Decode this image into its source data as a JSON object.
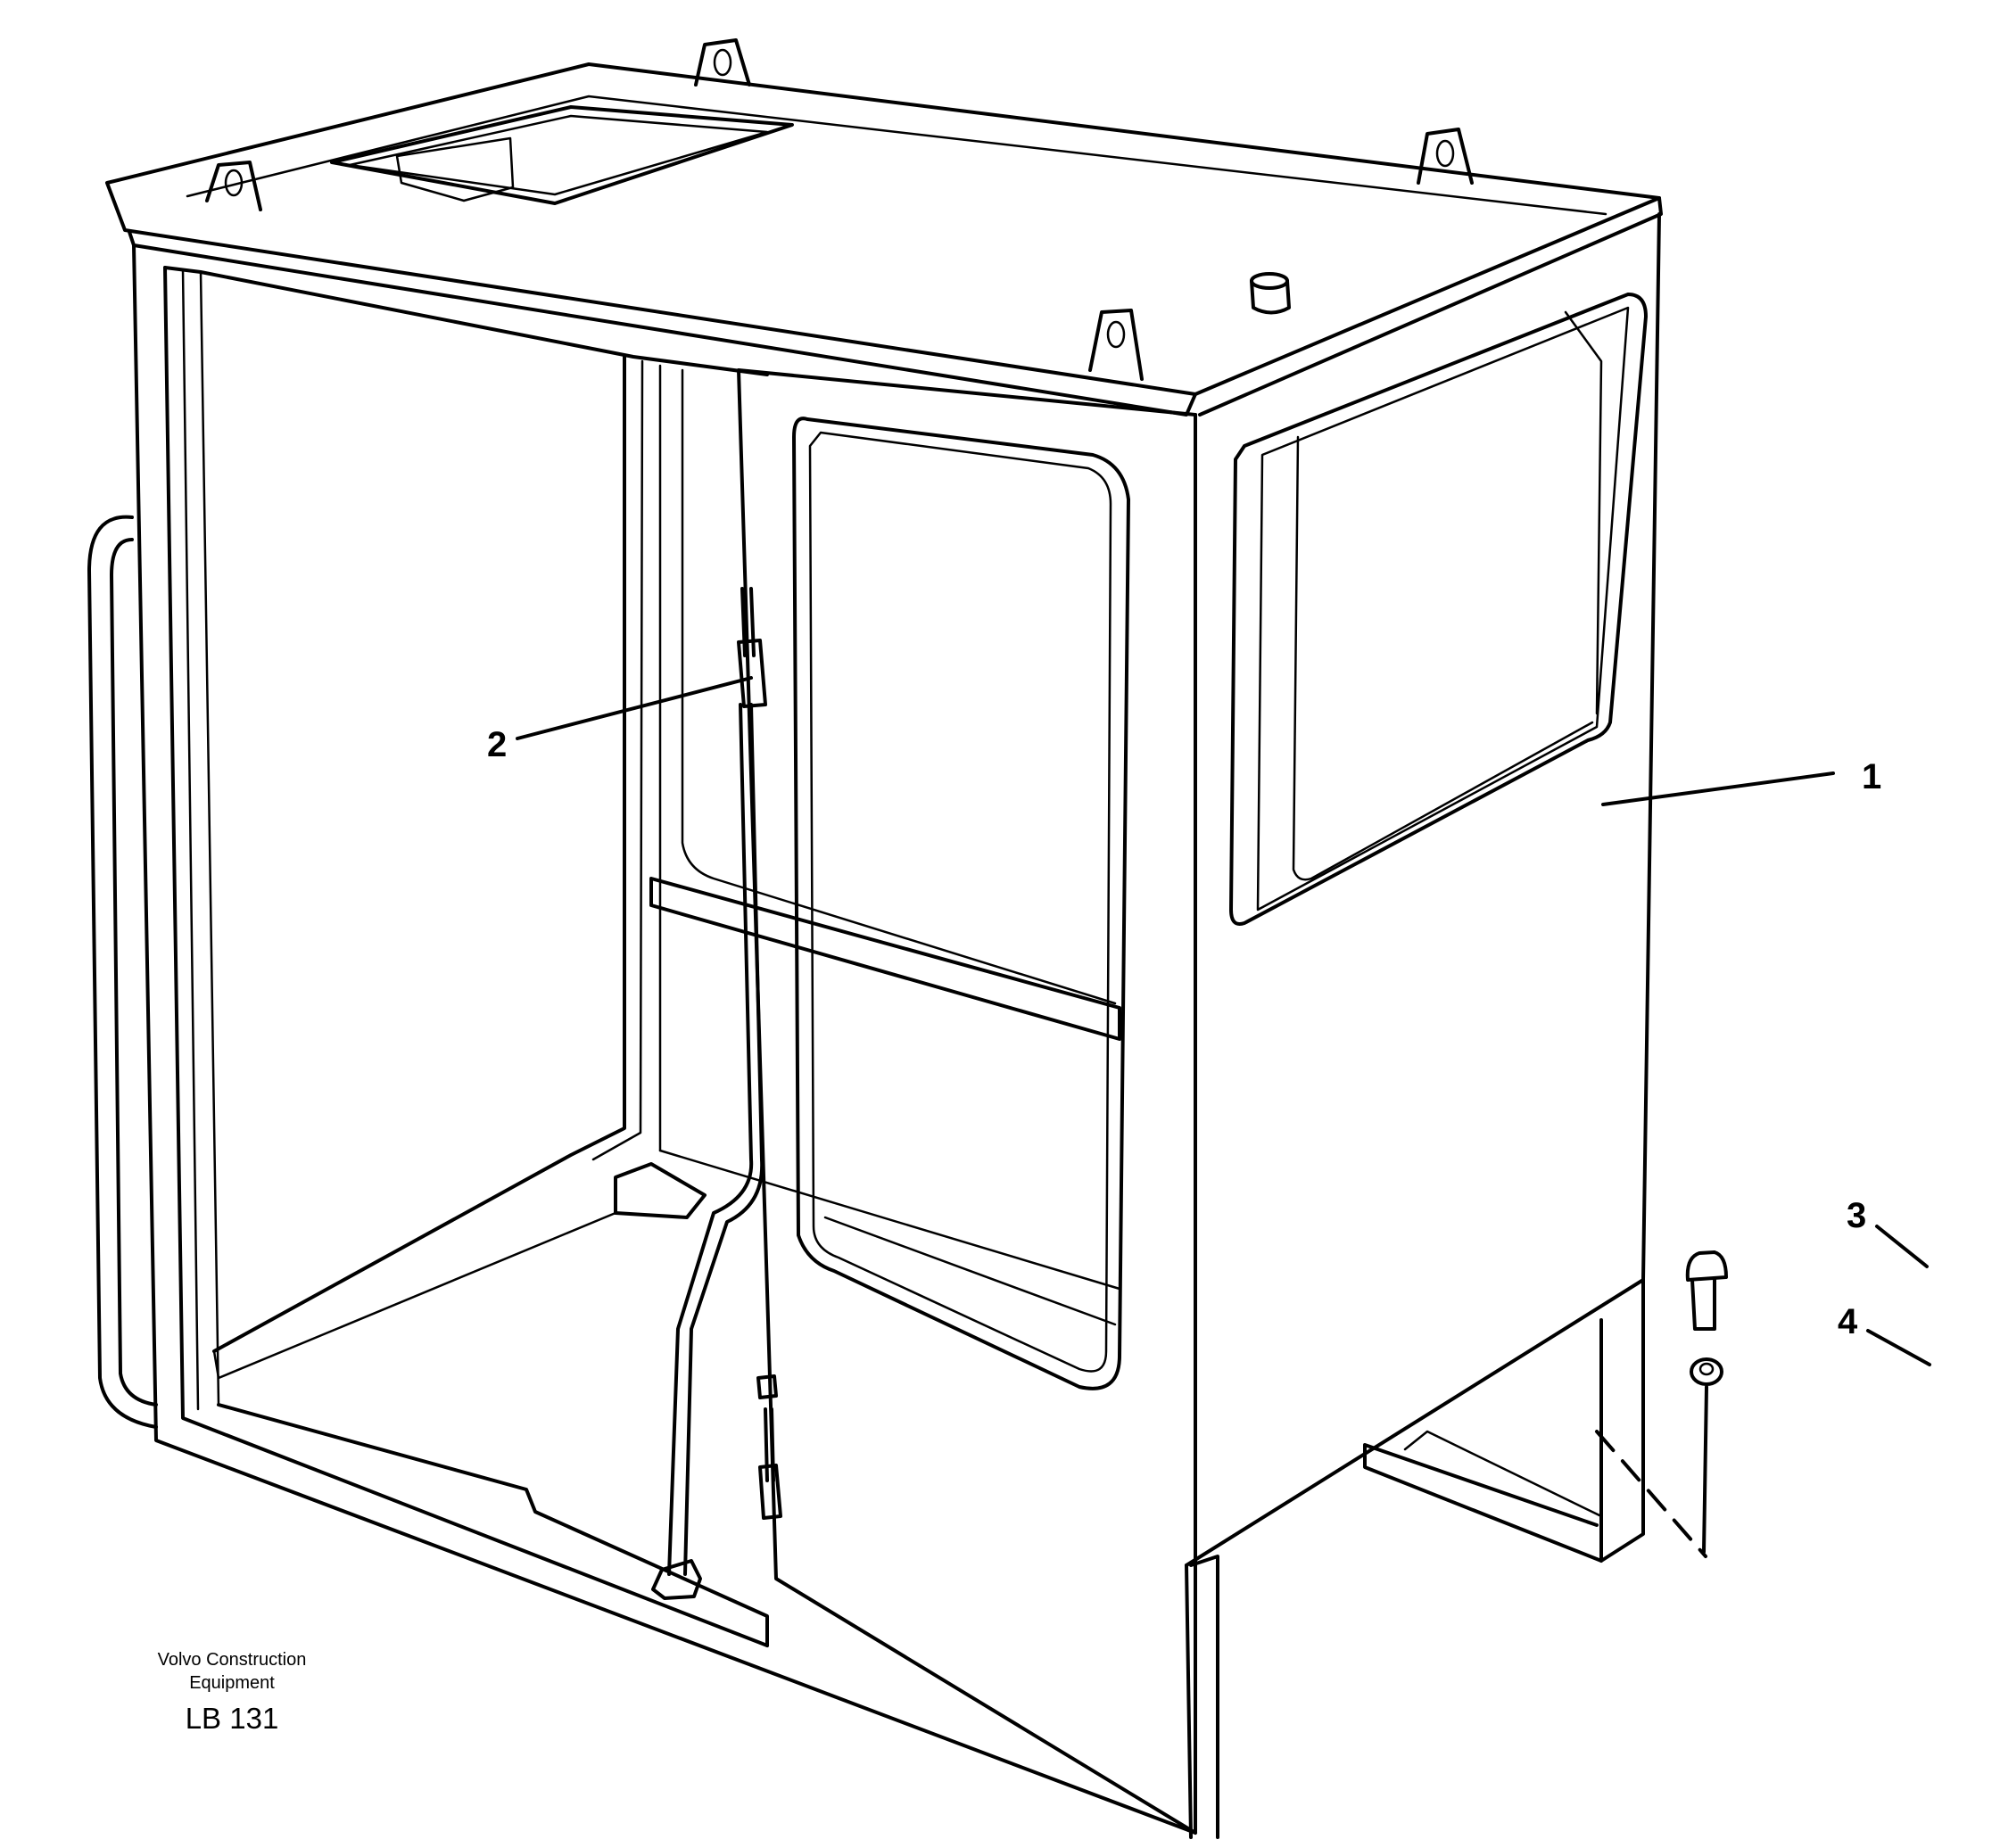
{
  "callouts": [
    {
      "id": "1",
      "label": "1"
    },
    {
      "id": "2",
      "label": "2"
    },
    {
      "id": "3",
      "label": "3"
    },
    {
      "id": "4",
      "label": "4"
    }
  ],
  "footer": {
    "maker_line1": "Volvo Construction",
    "maker_line2": "Equipment",
    "code": "LB 131"
  }
}
